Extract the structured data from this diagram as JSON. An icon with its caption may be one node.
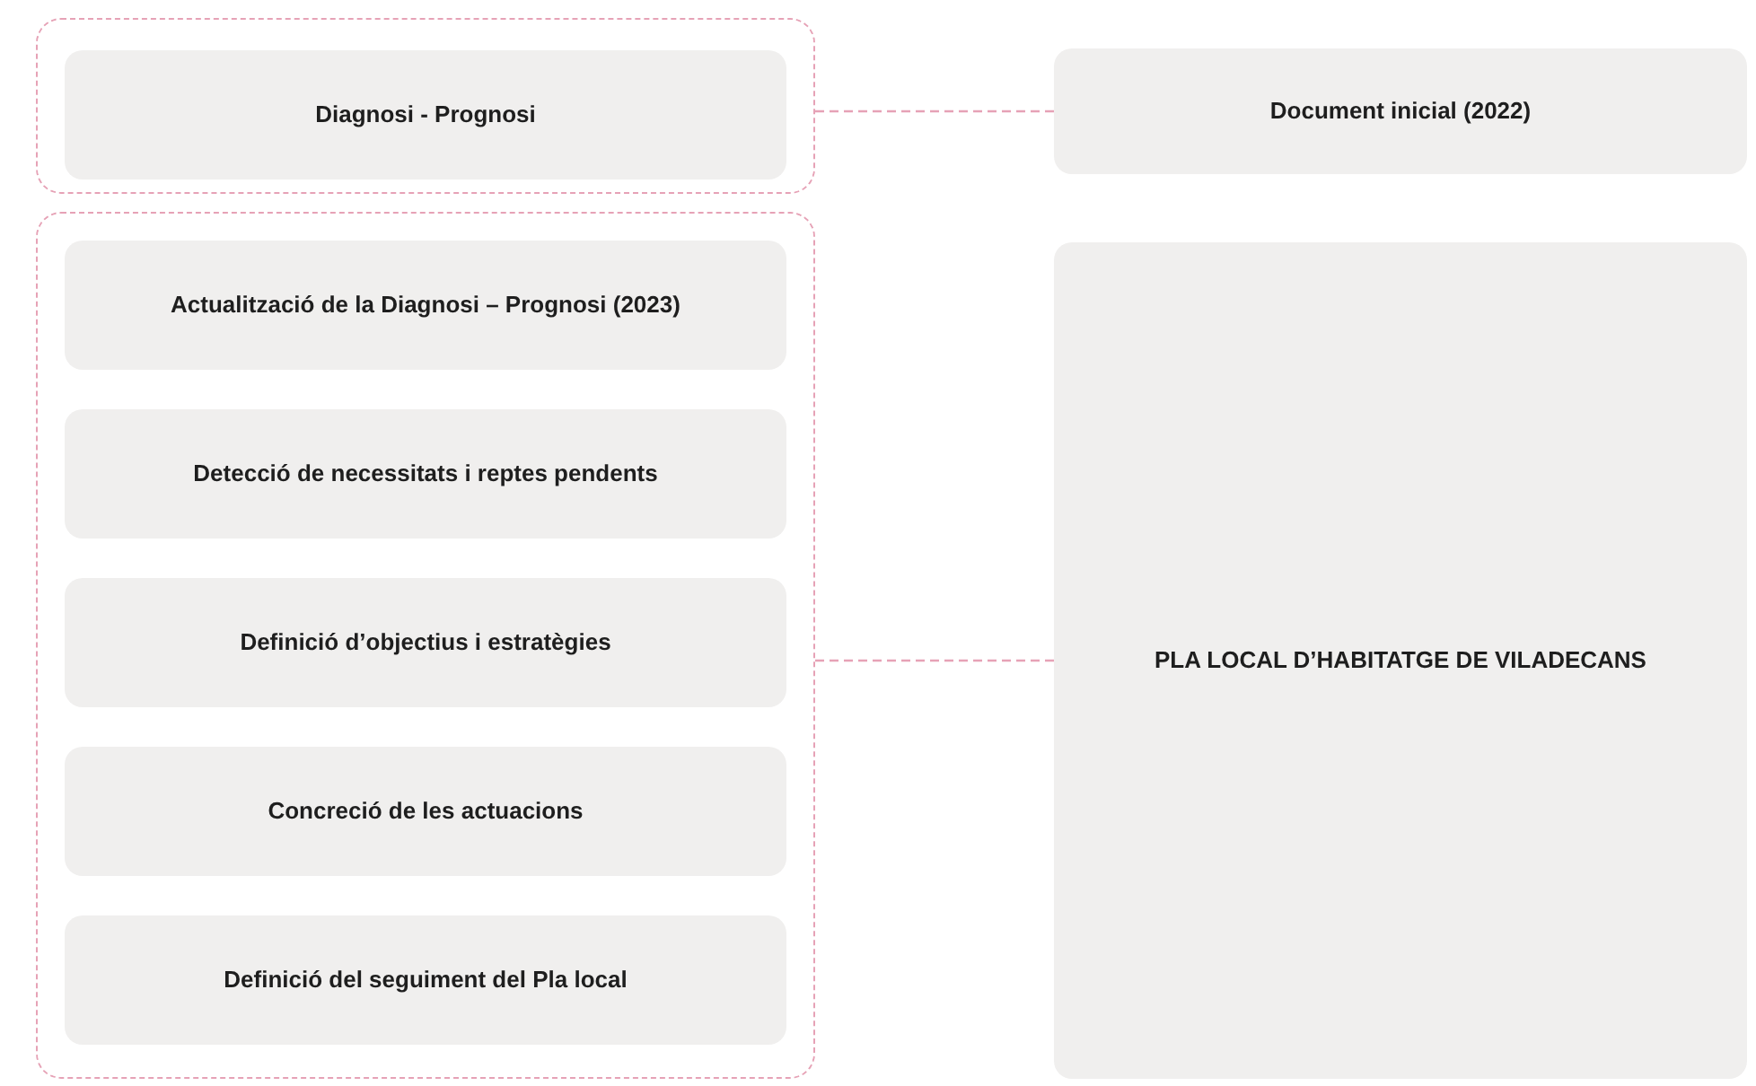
{
  "diagram": {
    "nodes": [
      {
        "text": [],
        "shape": "box"
      },
      {
        "text": [
          "Diagnosi - Prognosi"
        ],
        "in": 0
      },
      {
        "text": [
          "Document inicial (2022)"
        ]
      },
      {
        "text": [],
        "shape": "box"
      },
      {
        "text": [
          "Actualització de la Diagnosi – Prognosi (2023)"
        ],
        "in": 3
      },
      {
        "text": [
          "Detecció de necessitats i reptes pendents"
        ],
        "in": 3
      },
      {
        "text": [
          "Definició d’objectius i estratègies"
        ],
        "in": 3
      },
      {
        "text": [
          "Concreció de les actuacions"
        ],
        "in": 3
      },
      {
        "text": [
          "Definició del seguiment del Pla local"
        ],
        "in": 3
      },
      {
        "text": [
          "PLA LOCAL D’HABITATGE DE VILADECANS"
        ]
      }
    ],
    "edges": [
      {
        "from": 0,
        "to": 2,
        "arrow": "none",
        "style": "dashed"
      },
      {
        "from": 3,
        "to": 9,
        "arrow": "none",
        "style": "dashed"
      }
    ]
  }
}
